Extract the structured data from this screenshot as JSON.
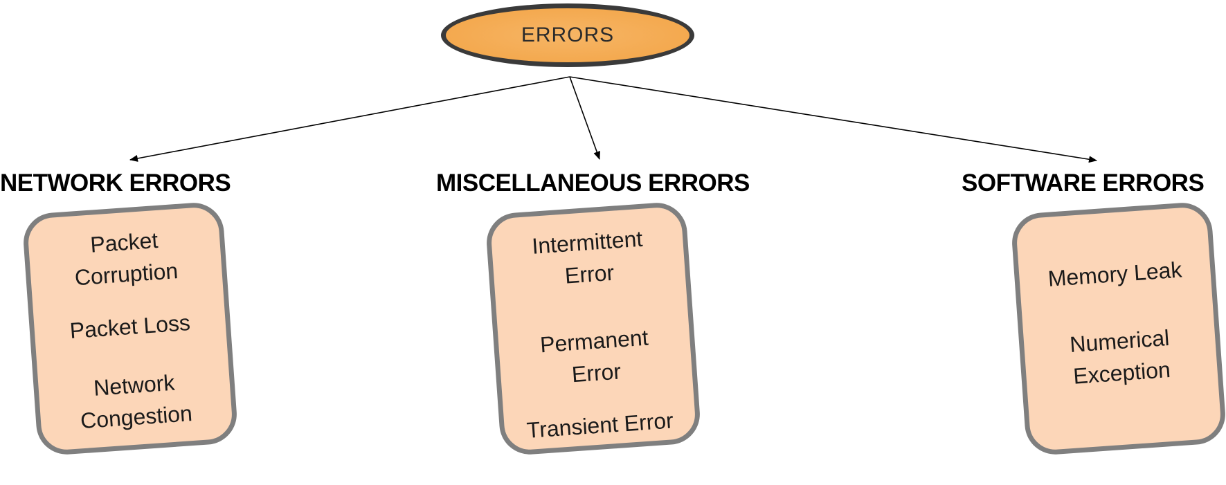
{
  "root": {
    "label": "ERRORS"
  },
  "categories": [
    {
      "title": "NETWORK ERRORS",
      "items": [
        [
          "Packet",
          "Corruption"
        ],
        [
          "Packet Loss"
        ],
        [
          "Network",
          "Congestion"
        ]
      ]
    },
    {
      "title": "MISCELLANEOUS ERRORS",
      "items": [
        [
          "Intermittent",
          "Error"
        ],
        [
          "Permanent",
          "Error"
        ],
        [
          "Transient Error"
        ]
      ]
    },
    {
      "title": "SOFTWARE ERRORS",
      "items": [
        [
          "Memory Leak"
        ],
        [
          "Numerical",
          "Exception"
        ]
      ]
    }
  ],
  "colors": {
    "root_fill": "#f4a94f",
    "root_border": "#3a3a3a",
    "card_fill": "#fcd6b8",
    "card_border": "#7f7f7f"
  }
}
